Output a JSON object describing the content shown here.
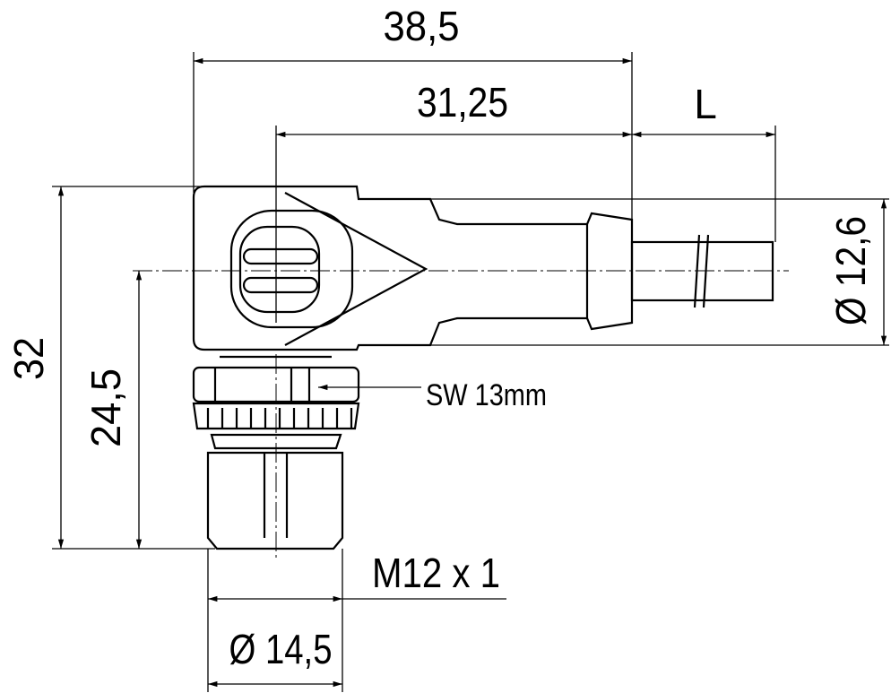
{
  "drawing": {
    "dimensions": {
      "overall_length": "38,5",
      "center_to_end": "31,25",
      "cable_length": "L",
      "body_diameter": "Ø 12,6",
      "overall_height": "32",
      "center_height": "24,5",
      "wrench_size": "SW 13mm",
      "thread": "M12 x 1",
      "nut_diameter": "Ø 14,5"
    }
  }
}
